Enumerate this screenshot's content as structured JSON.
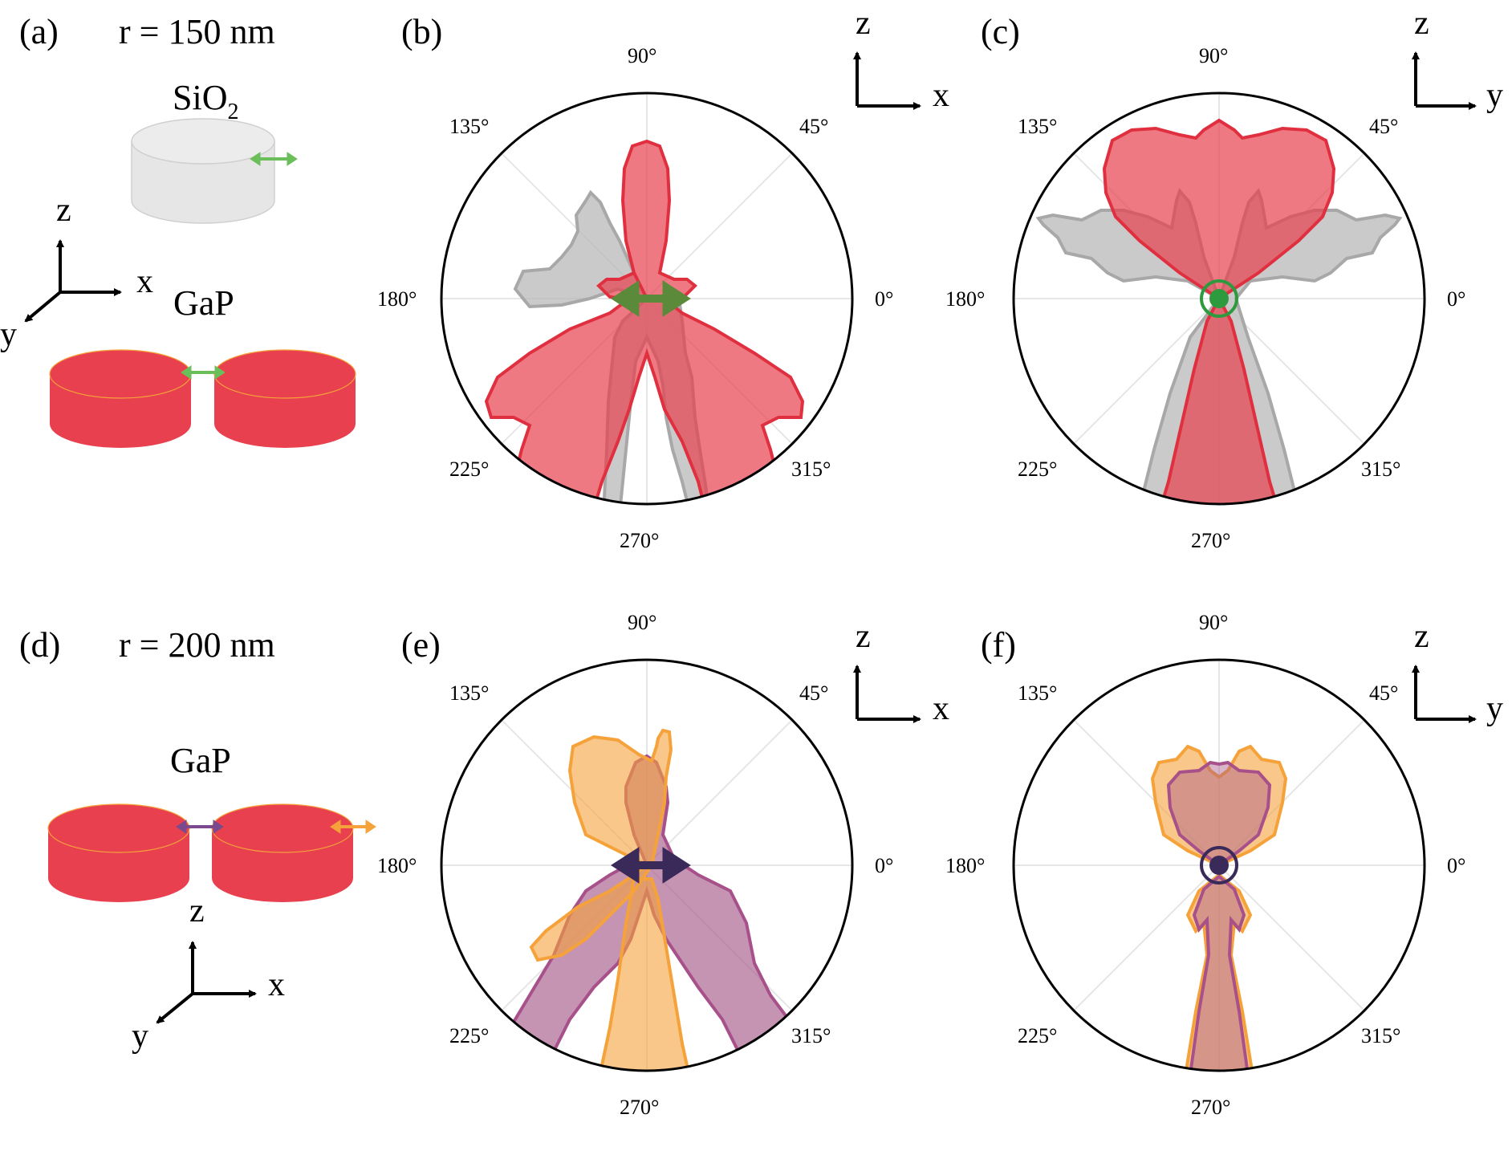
{
  "figure": {
    "row1": {
      "schematic": {
        "label": "(a)",
        "radius": "r = 150 nm",
        "upper_material": "SiO",
        "upper_material_sub": "2",
        "lower_material": "GaP",
        "colors": {
          "gap": "#e8404f",
          "sio2": "#e8e8e8",
          "dipole": "#6abf5a"
        }
      },
      "panel_b": {
        "label": "(b)",
        "frame": {
          "up": "z",
          "right": "x"
        }
      },
      "panel_c": {
        "label": "(c)",
        "frame": {
          "up": "z",
          "right": "y"
        }
      }
    },
    "row2": {
      "schematic": {
        "label": "(d)",
        "radius": "r = 200 nm",
        "material": "GaP",
        "colors": {
          "gap": "#e8404f",
          "dipole_gap": "#7b4a8e",
          "dipole_edge": "#f5a23a"
        }
      },
      "panel_e": {
        "label": "(e)",
        "frame": {
          "up": "z",
          "right": "x"
        }
      },
      "panel_f": {
        "label": "(f)",
        "frame": {
          "up": "z",
          "right": "y"
        }
      }
    },
    "axes3d": {
      "z": "z",
      "x": "x",
      "y": "y"
    },
    "angle_ticks": [
      "0°",
      "45°",
      "90°",
      "135°",
      "180°",
      "225°",
      "270°",
      "315°"
    ]
  },
  "chart_data": [
    {
      "type": "polar",
      "panel": "(b)",
      "series": [
        {
          "color": "#b8b8b8"
        },
        {
          "color": "#e8404f"
        }
      ],
      "marker": {
        "kind": "dipole-arrow",
        "color": "#5a8a3a"
      }
    },
    {
      "type": "polar",
      "panel": "(c)",
      "series": [
        {
          "color": "#b8b8b8"
        },
        {
          "color": "#e8404f"
        }
      ],
      "marker": {
        "kind": "dipole-dot",
        "color": "#2e9a3e"
      }
    },
    {
      "type": "polar",
      "panel": "(e)",
      "series": [
        {
          "color": "#a85a8a"
        },
        {
          "color": "#f5a23a"
        }
      ],
      "marker": {
        "kind": "dipole-arrow",
        "color": "#3a2a5a"
      }
    },
    {
      "type": "polar",
      "panel": "(f)",
      "series": [
        {
          "color": "#a85a8a"
        },
        {
          "color": "#f5a23a"
        }
      ],
      "marker": {
        "kind": "dipole-dot",
        "color": "#3a2a5a"
      }
    }
  ]
}
